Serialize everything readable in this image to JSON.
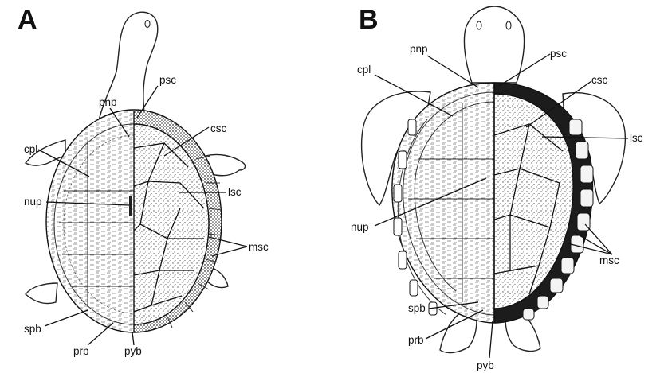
{
  "panels": [
    {
      "id": "A",
      "label": "A",
      "labels": {
        "psc": "psc",
        "pnp": "pnp",
        "csc": "csc",
        "cpl": "cpl",
        "nup": "nup",
        "lsc": "lsc",
        "msc": "msc",
        "spb": "spb",
        "prb": "prb",
        "pyb": "pyb"
      }
    },
    {
      "id": "B",
      "label": "B",
      "labels": {
        "pnp": "pnp",
        "psc": "psc",
        "cpl": "cpl",
        "csc": "csc",
        "lsc": "lsc",
        "nup": "nup",
        "msc": "msc",
        "spb": "spb",
        "prb": "prb",
        "pyb": "pyb"
      }
    }
  ]
}
